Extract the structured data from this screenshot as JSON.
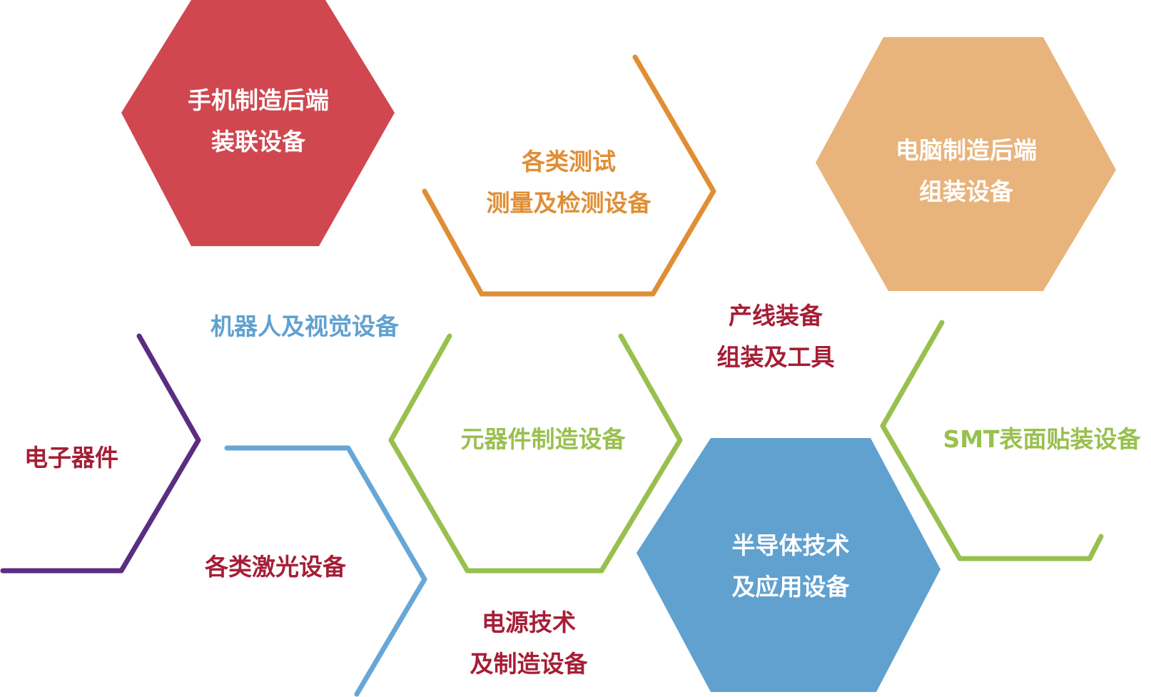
{
  "colors": {
    "red_fill": "#d04750",
    "orange_stroke": "#e08e35",
    "tan_fill": "#e8b47c",
    "purple_stroke": "#5a2d81",
    "blue_stroke": "#67a7d6",
    "green_stroke": "#98c04e",
    "blue_fill": "#60a1d0",
    "dark_red_text": "#a51e36"
  },
  "nodes": {
    "phone_assembly": [
      "手机制造后端",
      "装联设备"
    ],
    "testing": [
      "各类测试",
      "测量及检测设备"
    ],
    "pc_assembly": [
      "电脑制造后端",
      "组装设备"
    ],
    "robot_vision": "机器人及视觉设备",
    "production_line": [
      "产线装备",
      "组装及工具"
    ],
    "electronic_devices": "电子器件",
    "component_mfg": "元器件制造设备",
    "smt": "SMT表面贴装设备",
    "laser": "各类激光设备",
    "semiconductor": [
      "半导体技术",
      "及应用设备"
    ],
    "power_supply": [
      "电源技术",
      "及制造设备"
    ]
  }
}
